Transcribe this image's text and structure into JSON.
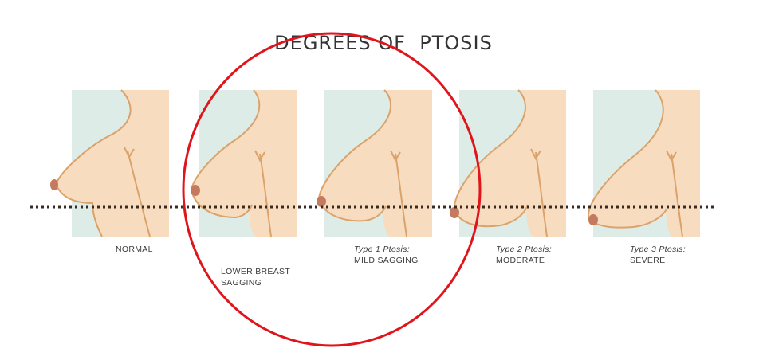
{
  "title": "DEGREES OF  PTOSIS",
  "colors": {
    "background_panel": "#deece8",
    "skin": "#f7dcc0",
    "skin_outline": "#dba26a",
    "nipple": "#c47a5f",
    "dotted_line": "#3a2a20",
    "highlight_circle": "#e0141b"
  },
  "stages": [
    {
      "italic": "",
      "label": "NORMAL"
    },
    {
      "italic": "",
      "label": "LOWER BREAST\nSAGGING"
    },
    {
      "italic": "Type 1 Ptosis:",
      "label": "MILD SAGGING"
    },
    {
      "italic": "Type 2 Ptosis:",
      "label": "MODERATE"
    },
    {
      "italic": "Type 3 Ptosis:",
      "label": "SEVERE"
    }
  ]
}
